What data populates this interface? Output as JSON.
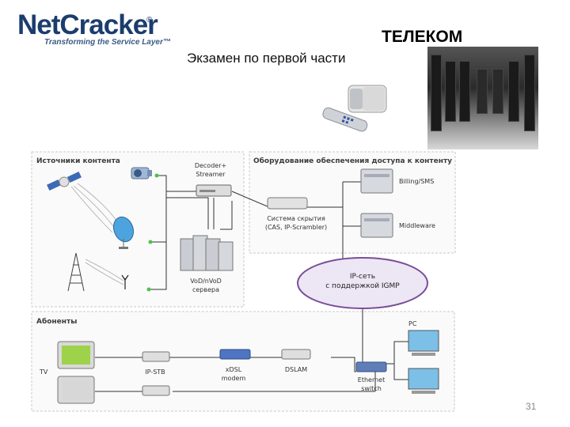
{
  "header": {
    "logo_text": "NetCracker",
    "logo_reg": "®",
    "logo_tagline": "Transforming the Service Layer™",
    "title": "ТЕЛЕКОМ",
    "subtitle": "Экзамен по первой части"
  },
  "diagram": {
    "sections": {
      "sources": "Источники контента",
      "access": "Оборудование обеспечения доступа к контенту",
      "subscribers": "Абоненты"
    },
    "labels": {
      "decoder_1": "Decoder+",
      "decoder_2": "Streamer",
      "cas_1": "Система скрытия",
      "cas_2": "(CAS, IP-Scrambler)",
      "billing": "Billing/SMS",
      "middleware": "Middleware",
      "vod_1": "VoD/nVoD",
      "vod_2": "сервера",
      "ip_net_1": "IP-сеть",
      "ip_net_2": "с поддержкой IGMP",
      "pc": "PC",
      "tv": "TV",
      "ipstb": "IP-STB",
      "xdsl_1": "xDSL",
      "xdsl_2": "modem",
      "dslam": "DSLAM",
      "eth_1": "Ethernet",
      "eth_2": "switch"
    },
    "colors": {
      "ellipse_fill": "#ece6f5",
      "ellipse_stroke": "#7a4d97",
      "line": "#333333",
      "dot": "#4cc24c"
    }
  },
  "footer": {
    "page_number": "31"
  }
}
